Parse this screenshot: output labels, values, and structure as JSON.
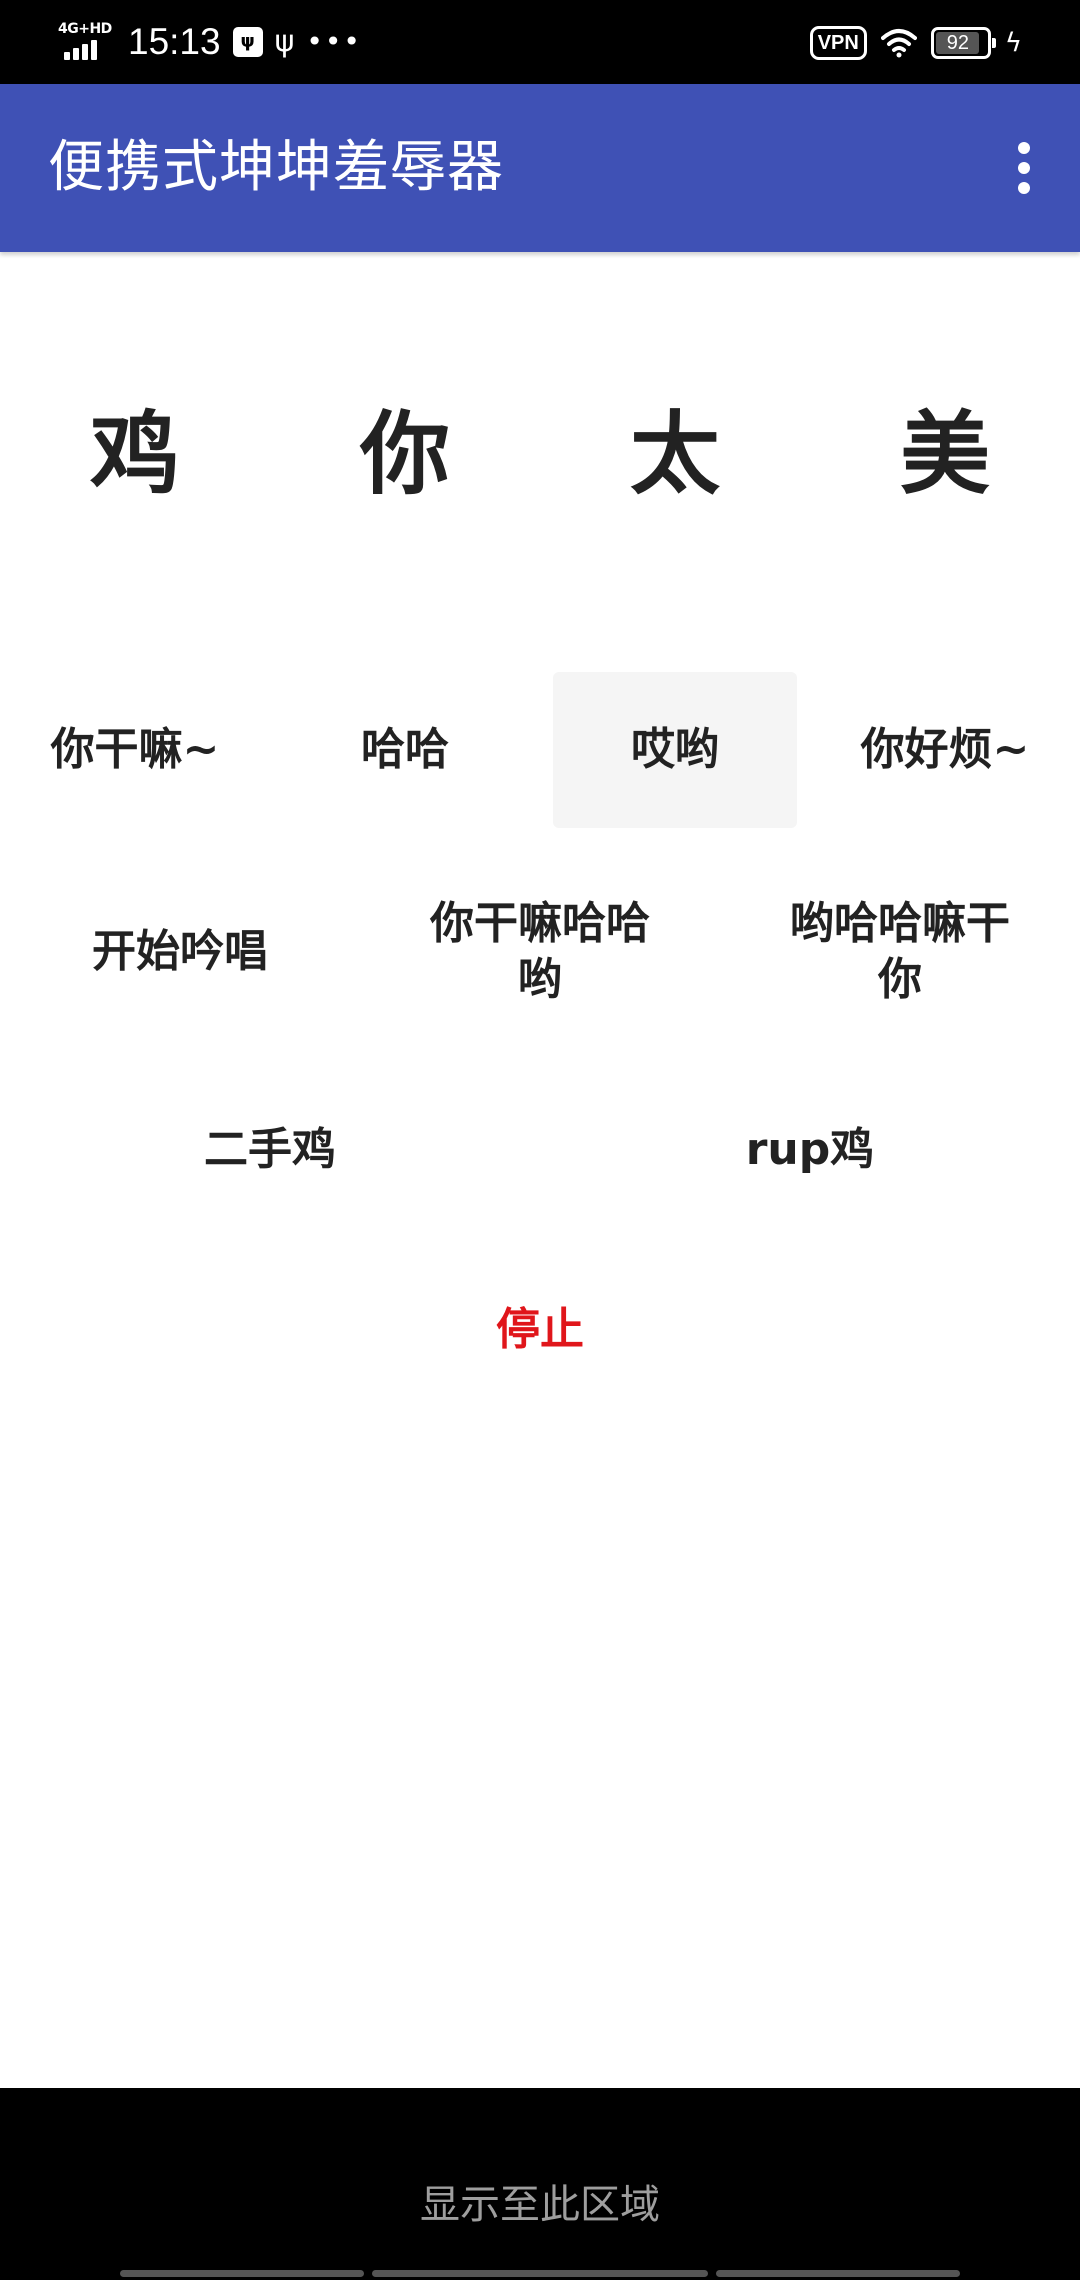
{
  "status_bar": {
    "network": "4G+HD",
    "time": "15:13",
    "usb_settings_icon": "usb-settings-icon",
    "usb_icon": "ψ",
    "more": "•••",
    "vpn": "VPN",
    "battery_level": "92",
    "charging_icon": "ϟ"
  },
  "app_bar": {
    "title": "便携式坤坤羞辱器",
    "overflow_icon": "more-vert-icon"
  },
  "big_chars": [
    "鸡",
    "你",
    "太",
    "美"
  ],
  "sound_buttons": {
    "row1": [
      "你干嘛~",
      "哈哈",
      "哎哟",
      "你好烦~"
    ],
    "row2": [
      "开始吟唱",
      "你干嘛哈哈哟",
      "哟哈哈嘛干你"
    ],
    "row3": [
      "二手鸡",
      "rup鸡"
    ]
  },
  "pressed_button": "哎哟",
  "stop_button": "停止",
  "colors": {
    "app_bar": "#3f51b5",
    "stop_text": "#e0161b",
    "pressed_bg": "#f5f5f5"
  },
  "navigation": {
    "hint": "显示至此区域"
  }
}
